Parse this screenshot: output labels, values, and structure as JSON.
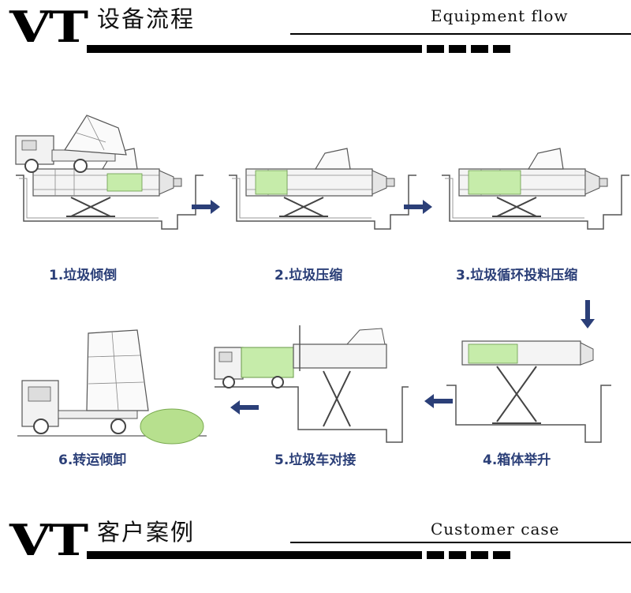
{
  "header1": {
    "logo": "VT",
    "title_cn": "设备流程",
    "title_en": "Equipment flow"
  },
  "header2": {
    "logo": "VT",
    "title_cn": "客户案例",
    "title_en": "Customer case"
  },
  "steps": [
    {
      "label": "1.垃圾倾倒"
    },
    {
      "label": "2.垃圾压缩"
    },
    {
      "label": "3.垃圾循环投料压缩"
    },
    {
      "label": "4.箱体举升"
    },
    {
      "label": "5.垃圾车对接"
    },
    {
      "label": "6.转运倾卸"
    }
  ],
  "colors": {
    "accent_green": "#c6ecaa",
    "arrow": "#2b3f78",
    "label": "#2b3f78"
  }
}
